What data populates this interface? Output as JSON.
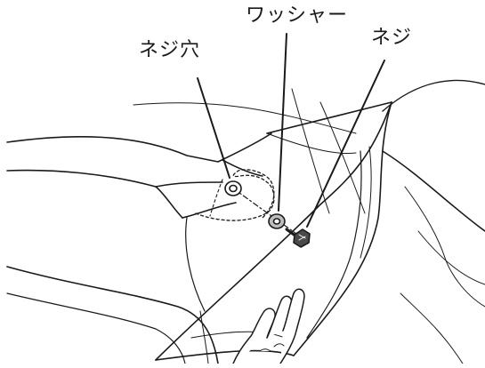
{
  "labels": {
    "screw_hole": "ネジ穴",
    "washer": "ワッシャー",
    "screw": "ネジ"
  },
  "colors": {
    "line": "#1a1a1a",
    "part_fill": "#ffffff",
    "part_shade": "#bdbdbd",
    "nut_fill": "#4a4a4a",
    "background": "#ffffff"
  }
}
